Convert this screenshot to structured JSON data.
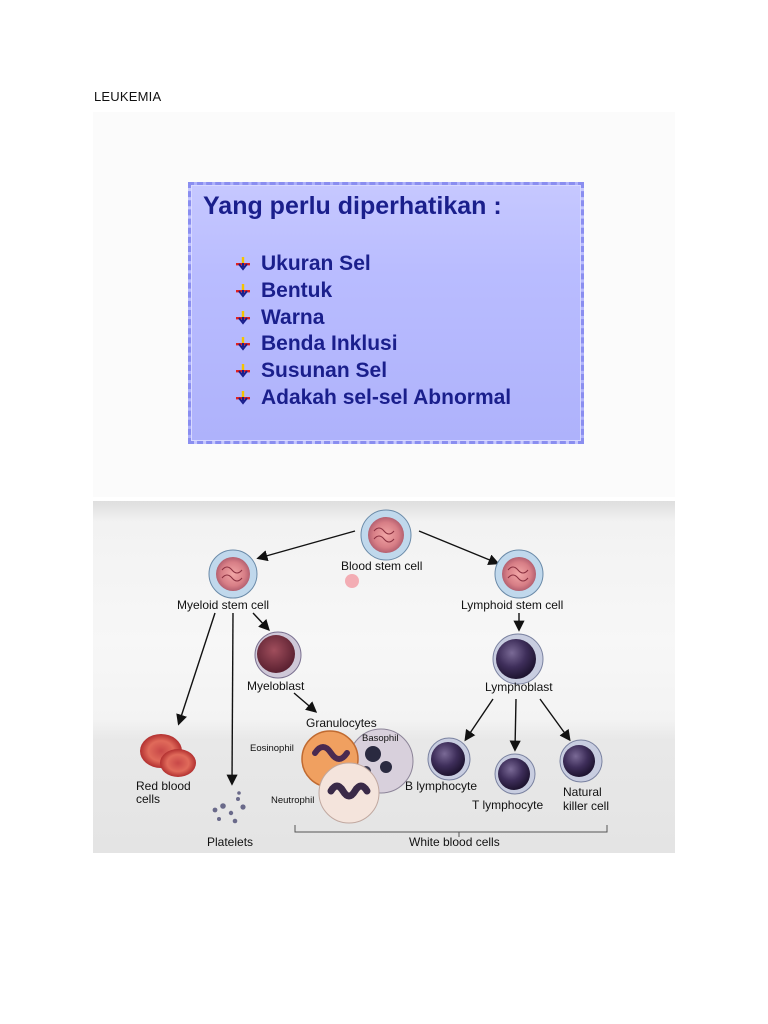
{
  "document": {
    "heading": "LEUKEMIA"
  },
  "slide": {
    "title": "Yang perlu diperhatikan :",
    "items": [
      "Ukuran Sel",
      "Bentuk",
      "Warna",
      "Benda Inklusi",
      "Susunan Sel",
      "Adakah sel-sel Abnormal"
    ],
    "bullet_icon": "arrow-down-bullet-icon",
    "colors": {
      "text": "#1a1f8c",
      "box": "#b9bcff"
    }
  },
  "diagram": {
    "labels": {
      "blood_stem_cell": "Blood stem cell",
      "myeloid_stem_cell": "Myeloid stem cell",
      "lymphoid_stem_cell": "Lymphoid stem cell",
      "myeloblast": "Myeloblast",
      "lymphoblast": "Lymphoblast",
      "granulocytes": "Granulocytes",
      "eosinophil": "Eosinophil",
      "basophil": "Basophil",
      "neutrophil": "Neutrophil",
      "red_blood_cells_1": "Red blood",
      "red_blood_cells_2": "cells",
      "platelets": "Platelets",
      "b_lymphocyte": "B lymphocyte",
      "t_lymphocyte": "T lymphocyte",
      "natural_killer_1": "Natural",
      "natural_killer_2": "killer cell",
      "white_blood_cells": "White blood cells"
    }
  }
}
